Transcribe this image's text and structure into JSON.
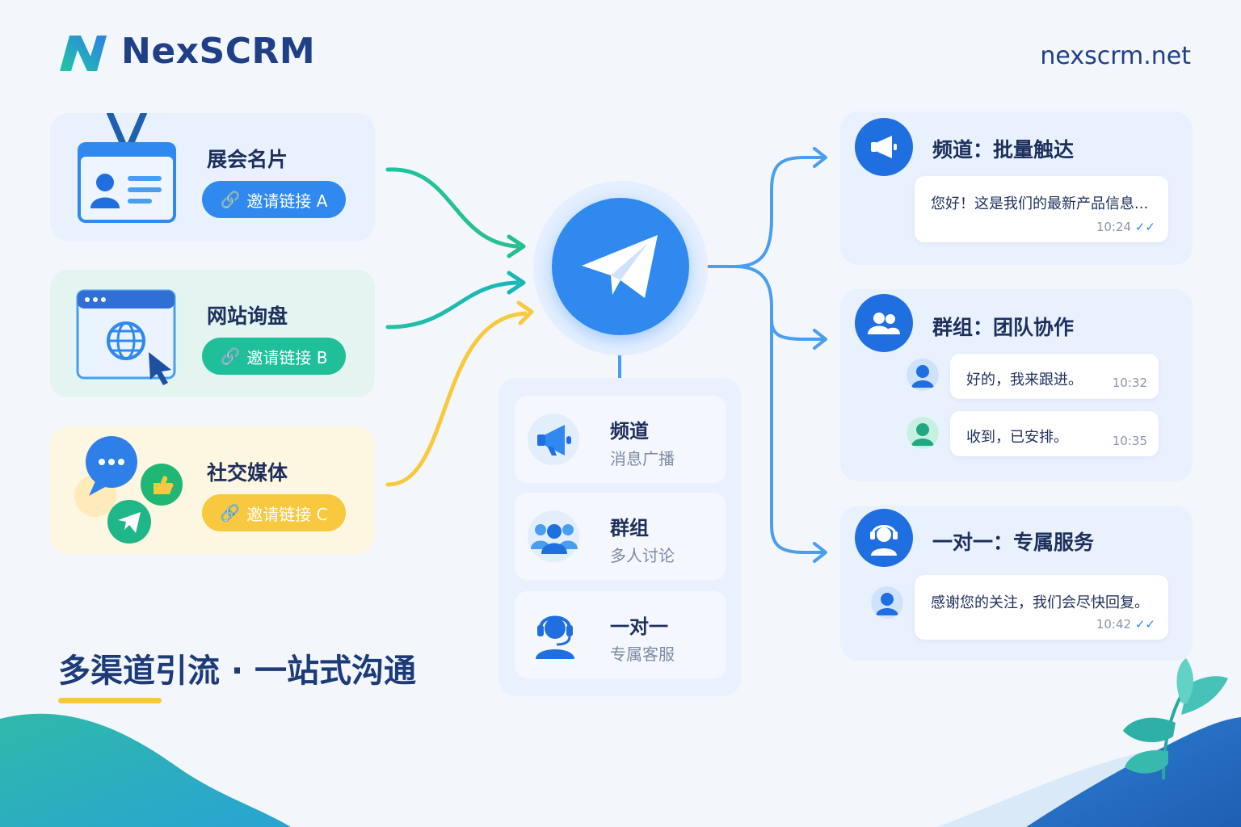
{
  "brand": {
    "name": "NexSCRM",
    "website": "nexscrm.net"
  },
  "sources": [
    {
      "title": "展会名片",
      "link_label": "邀请链接 A",
      "color": "#2f89ee",
      "icon": "id-badge-icon"
    },
    {
      "title": "网站询盘",
      "link_label": "邀请链接 B",
      "color": "#1fbf9a",
      "icon": "browser-globe-icon"
    },
    {
      "title": "社交媒体",
      "link_label": "邀请链接 C",
      "color": "#f8c93e",
      "icon": "social-media-icon"
    }
  ],
  "tagline": "多渠道引流 · 一站式沟通",
  "hub": {
    "icon": "telegram-icon"
  },
  "types": [
    {
      "title": "频道",
      "subtitle": "消息广播",
      "icon": "megaphone-icon"
    },
    {
      "title": "群组",
      "subtitle": "多人讨论",
      "icon": "group-icon"
    },
    {
      "title": "一对一",
      "subtitle": "专属客服",
      "icon": "headset-agent-icon"
    }
  ],
  "outputs": {
    "channel": {
      "title": "频道：批量触达",
      "messages": [
        {
          "text": "您好！这是我们的最新产品信息...",
          "time": "10:24"
        }
      ]
    },
    "group": {
      "title": "群组：团队协作",
      "messages": [
        {
          "text": "好的，我来跟进。",
          "time": "10:32"
        },
        {
          "text": "收到，已安排。",
          "time": "10:35"
        }
      ]
    },
    "dm": {
      "title": "一对一：专属服务",
      "messages": [
        {
          "text": "感谢您的关注，我们会尽快回复。",
          "time": "10:42"
        }
      ]
    }
  },
  "colors": {
    "primary": "#2f89ee",
    "navy": "#1d3b78",
    "teal": "#1fbf9a",
    "yellow": "#f8c93e"
  }
}
